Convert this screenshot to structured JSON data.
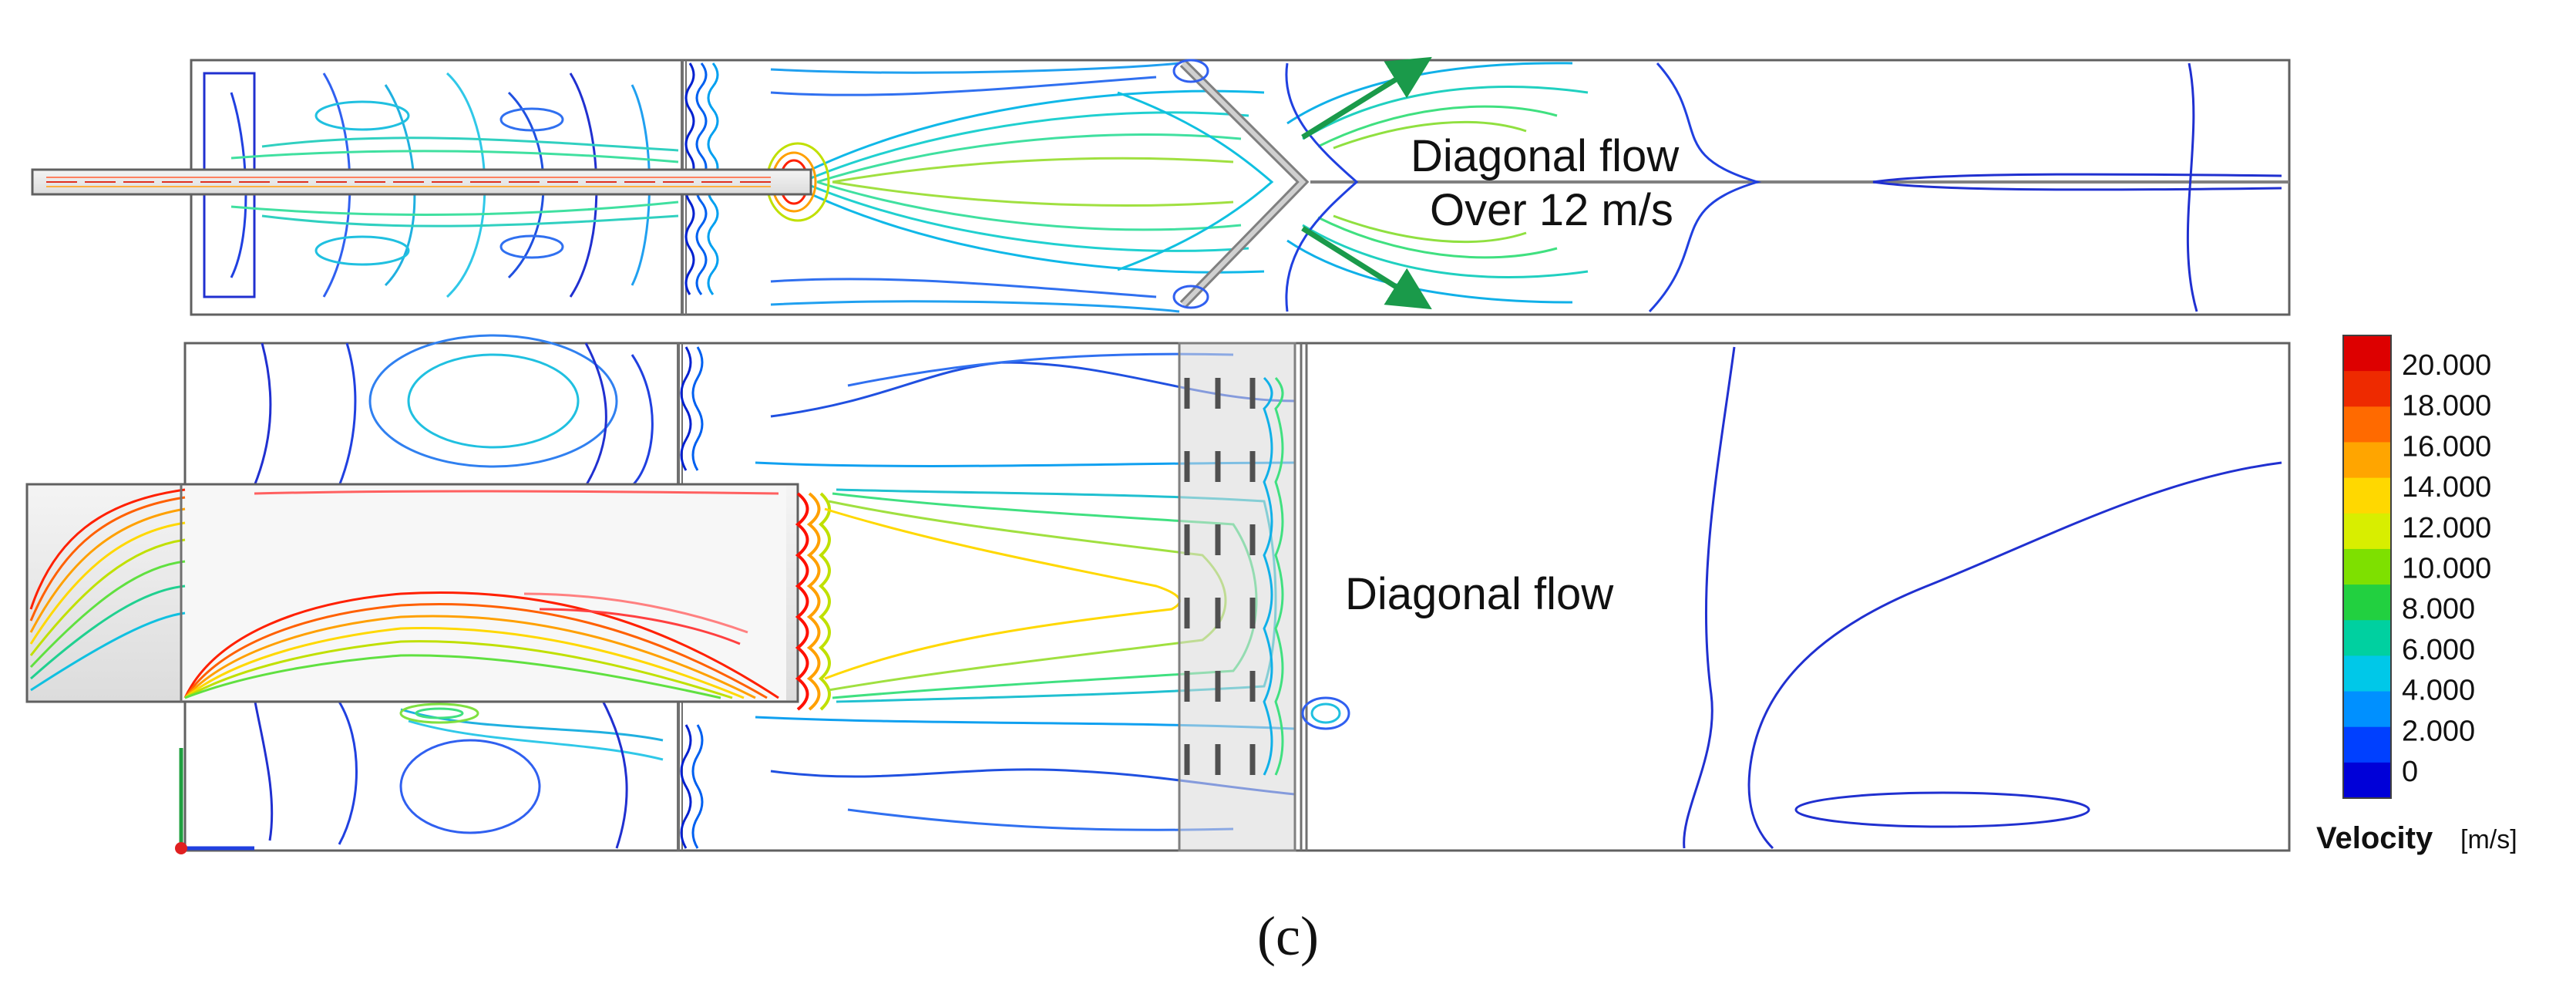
{
  "top_view": {
    "annotation_line1": "Diagonal flow",
    "annotation_line2": "Over 12 m/s",
    "arrow_color": "#1a9a4a"
  },
  "bottom_view": {
    "annotation": "Diagonal flow"
  },
  "legend": {
    "title": "Velocity",
    "unit": "[m/s]",
    "ticks": [
      "20.000",
      "18.000",
      "16.000",
      "14.000",
      "12.000",
      "10.000",
      "8.000",
      "6.000",
      "4.000",
      "2.000",
      "0"
    ],
    "colors": [
      "#dd0000",
      "#ee2a00",
      "#ff6a00",
      "#ffa500",
      "#ffd800",
      "#d8ee00",
      "#7ee000",
      "#22d040",
      "#00d0a0",
      "#00c8e8",
      "#0090ff",
      "#0040ff",
      "#0000d8"
    ]
  },
  "caption": "(c)"
}
